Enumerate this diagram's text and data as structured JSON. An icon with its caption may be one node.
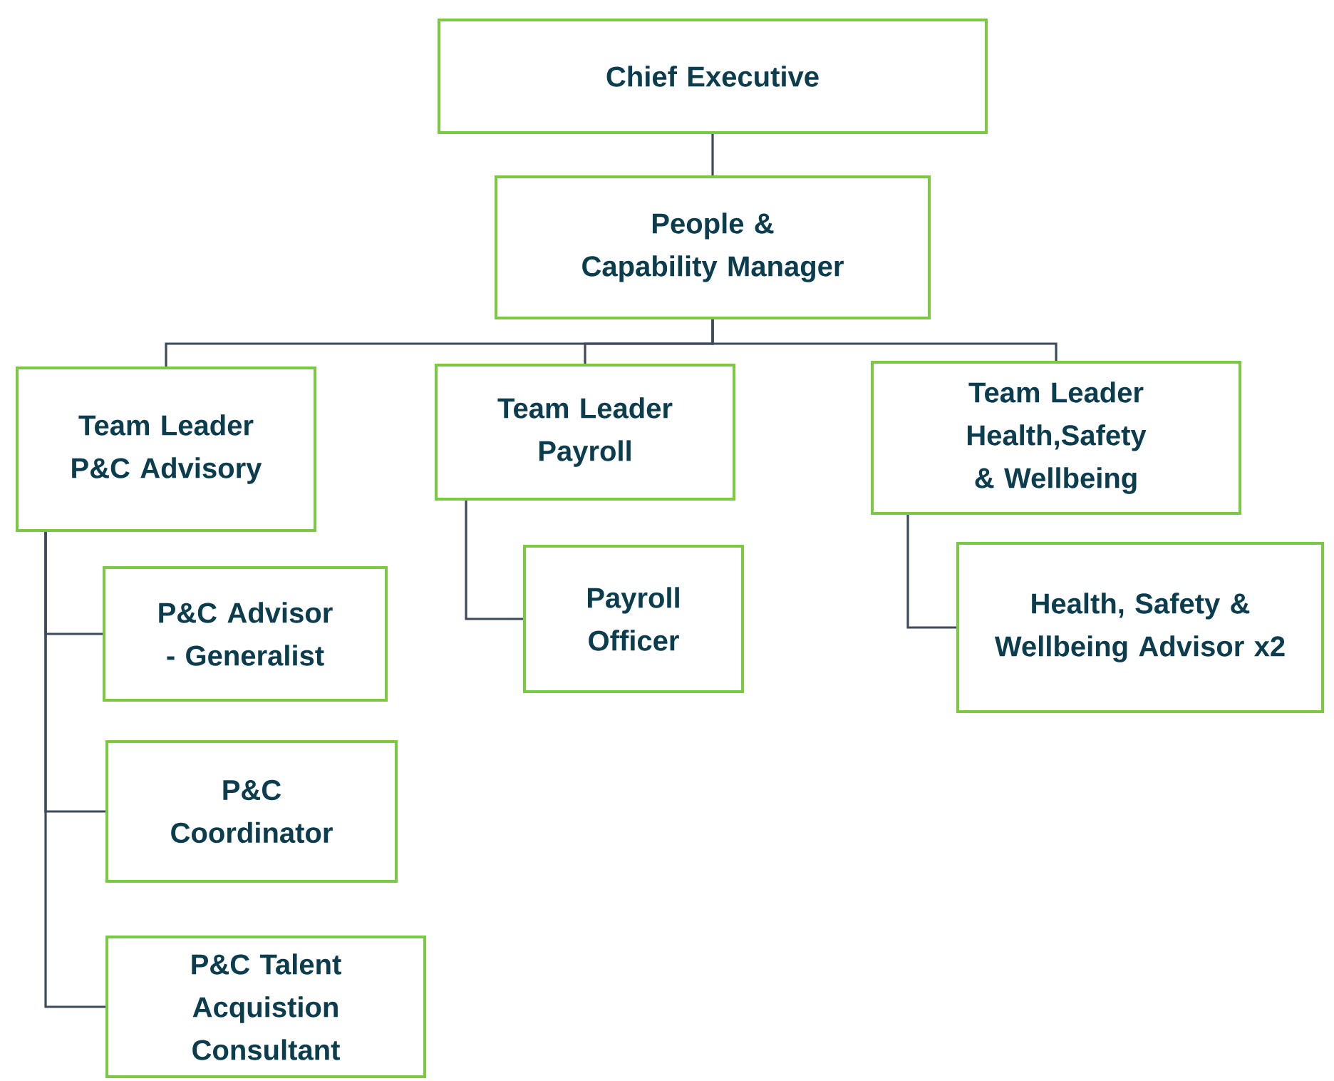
{
  "diagram": {
    "nodes": [
      {
        "text": [
          "Chief Executive"
        ]
      },
      {
        "text": [
          "People & Capability Manager"
        ]
      },
      {
        "text": [
          "Team Leader P&C Advisory"
        ]
      },
      {
        "text": [
          "Team Leader Payroll"
        ]
      },
      {
        "text": [
          "Team Leader Health,Safety & Wellbeing"
        ]
      },
      {
        "text": [
          "P&C Advisor - Generalist"
        ]
      },
      {
        "text": [
          "Payroll Officer"
        ]
      },
      {
        "text": [
          "Health, Safety & Wellbeing Advisor x2"
        ]
      },
      {
        "text": [
          "P&C Coordinator"
        ]
      },
      {
        "text": [
          "P&C Talent Acquistion Consultant"
        ]
      }
    ],
    "edges": [
      {
        "from": 0,
        "to": 1,
        "arrow": "none"
      },
      {
        "from": 1,
        "to": 2,
        "arrow": "none"
      },
      {
        "from": 1,
        "to": 3,
        "arrow": "none"
      },
      {
        "from": 1,
        "to": 4,
        "arrow": "none"
      },
      {
        "from": 2,
        "to": 5,
        "arrow": "none"
      },
      {
        "from": 3,
        "to": 6,
        "arrow": "none"
      },
      {
        "from": 4,
        "to": 7,
        "arrow": "none"
      },
      {
        "from": 2,
        "to": 8,
        "arrow": "none"
      },
      {
        "from": 2,
        "to": 9,
        "arrow": "none"
      }
    ]
  }
}
